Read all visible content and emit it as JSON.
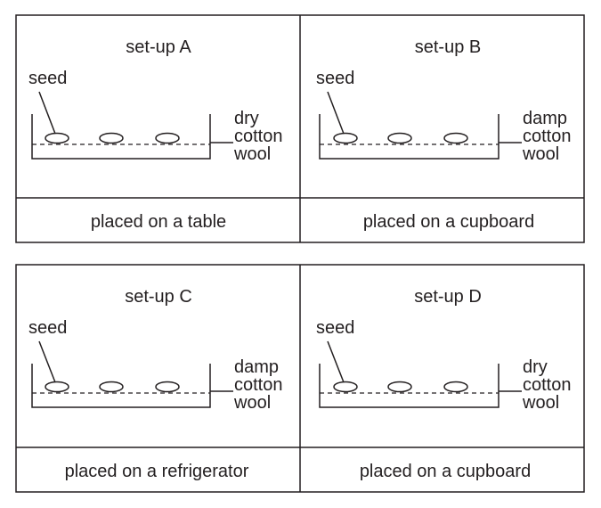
{
  "panels": [
    {
      "title": "set-up A",
      "seed_label": "seed",
      "medium": [
        "dry",
        "cotton",
        "wool"
      ],
      "placement": "placed on a table"
    },
    {
      "title": "set-up B",
      "seed_label": "seed",
      "medium": [
        "damp",
        "cotton",
        "wool"
      ],
      "placement": "placed on a cupboard"
    },
    {
      "title": "set-up C",
      "seed_label": "seed",
      "medium": [
        "damp",
        "cotton",
        "wool"
      ],
      "placement": "placed on a refrigerator"
    },
    {
      "title": "set-up D",
      "seed_label": "seed",
      "medium": [
        "dry",
        "cotton",
        "wool"
      ],
      "placement": "placed on a cupboard"
    }
  ]
}
